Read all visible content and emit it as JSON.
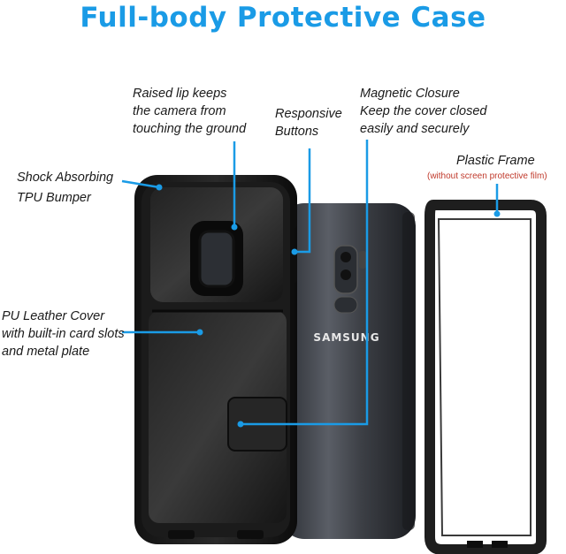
{
  "title": "Full-body Protective Case",
  "colors": {
    "accent": "#1a9be6",
    "frame_note": "#c0392b"
  },
  "labels": {
    "raised_lip": [
      "Raised lip keeps",
      "the camera from",
      "touching the ground"
    ],
    "responsive_buttons": [
      "Responsive",
      "Buttons"
    ],
    "magnetic_closure": [
      "Magnetic Closure",
      "Keep the cover closed",
      "easily and securely"
    ],
    "shock_absorbing": [
      "Shock Absorbing",
      "TPU Bumper"
    ],
    "plastic_frame": "Plastic Frame",
    "plastic_frame_note": "(without screen protective film)",
    "pu_leather": [
      "PU Leather Cover",
      "with built-in card slots",
      "and metal plate"
    ]
  },
  "phone_brand": "SAMSUNG"
}
